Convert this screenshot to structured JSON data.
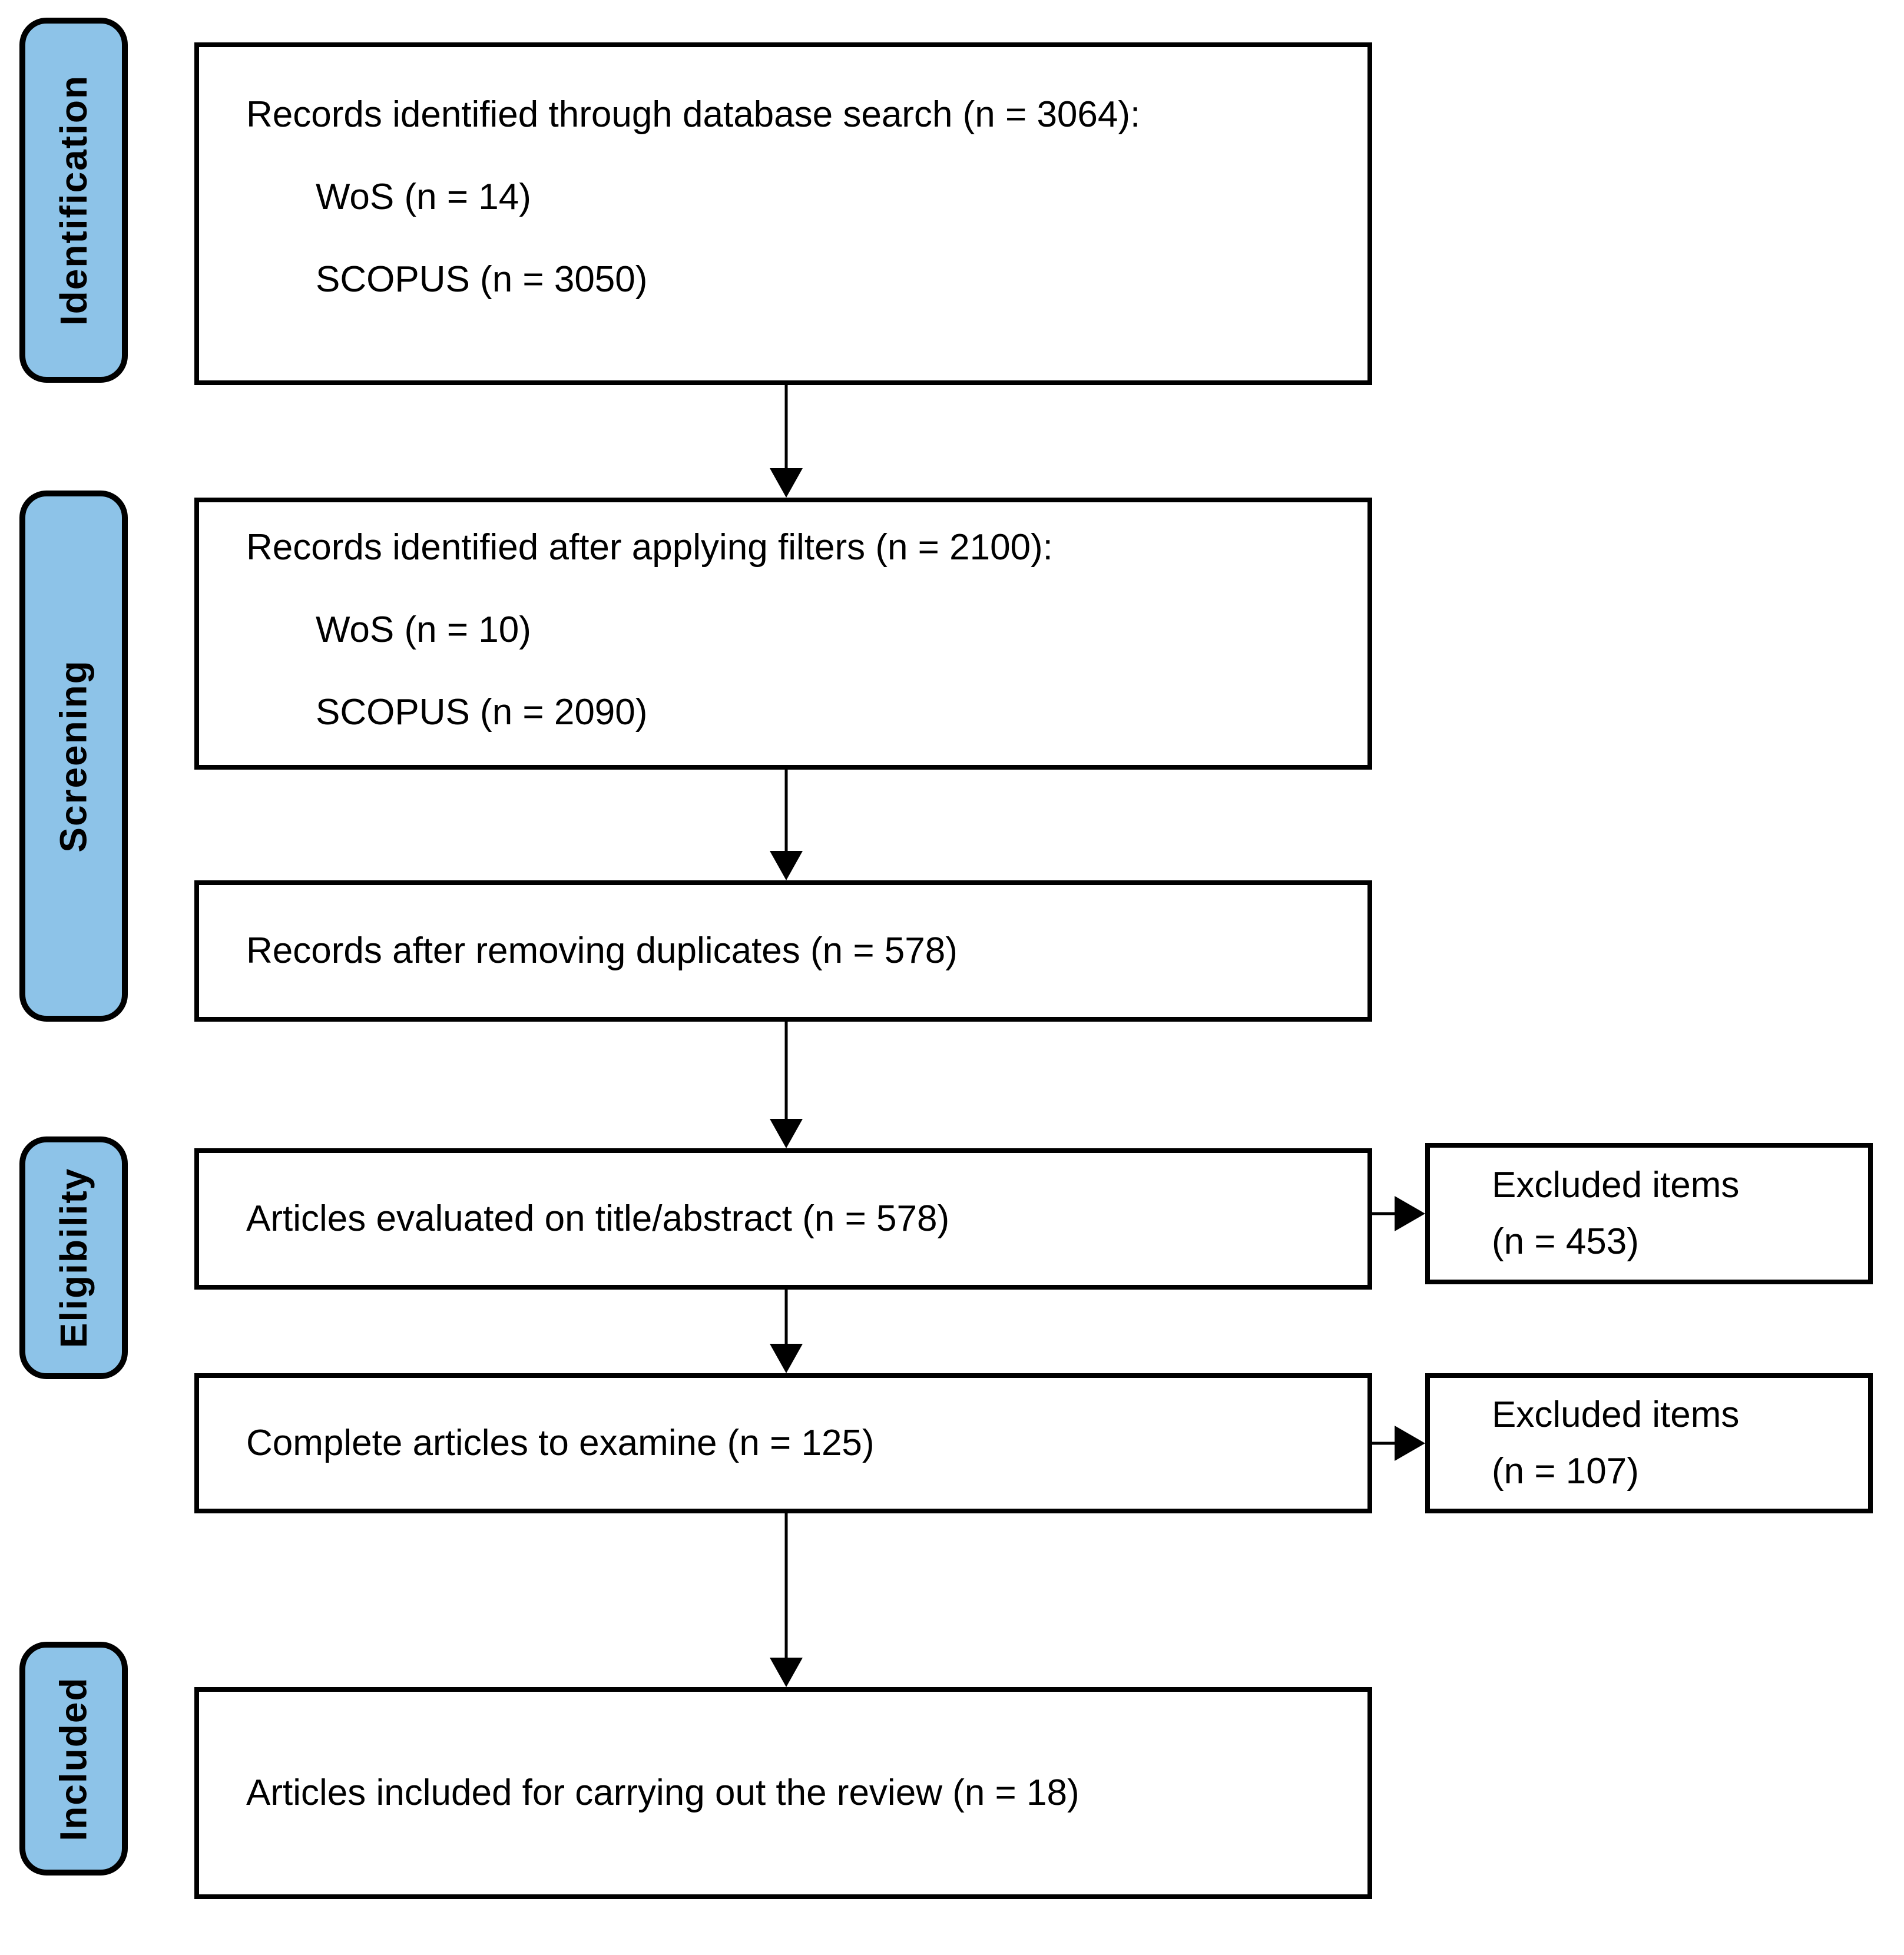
{
  "diagram": {
    "type": "prisma-flow",
    "colors": {
      "stage_fill": "#8DC3E8",
      "line": "#000000",
      "box_fill": "#FFFFFF",
      "text": "#000000",
      "background": "#FFFFFF"
    },
    "stages": [
      {
        "label": "Identification"
      },
      {
        "label": "Screening"
      },
      {
        "label": "Eligibility"
      },
      {
        "label": "Included"
      }
    ],
    "boxes": [
      {
        "title": "Records identified through database search (n = 3064):",
        "items": [
          "WoS (n = 14)",
          "SCOPUS (n = 3050)"
        ]
      },
      {
        "title": "Records identified after applying filters (n = 2100):",
        "items": [
          "WoS (n = 10)",
          "SCOPUS (n = 2090)"
        ]
      },
      {
        "title": "Records after removing duplicates (n = 578)"
      },
      {
        "title": "Articles evaluated on title/abstract (n = 578)"
      },
      {
        "title": "Complete articles to examine (n = 125)"
      },
      {
        "title": "Articles included for carrying out the review (n = 18)"
      }
    ],
    "excluded_boxes": [
      {
        "line1": "Excluded items",
        "line2": "(n = 453)"
      },
      {
        "line1": "Excluded items",
        "line2": "(n = 107)"
      }
    ]
  }
}
